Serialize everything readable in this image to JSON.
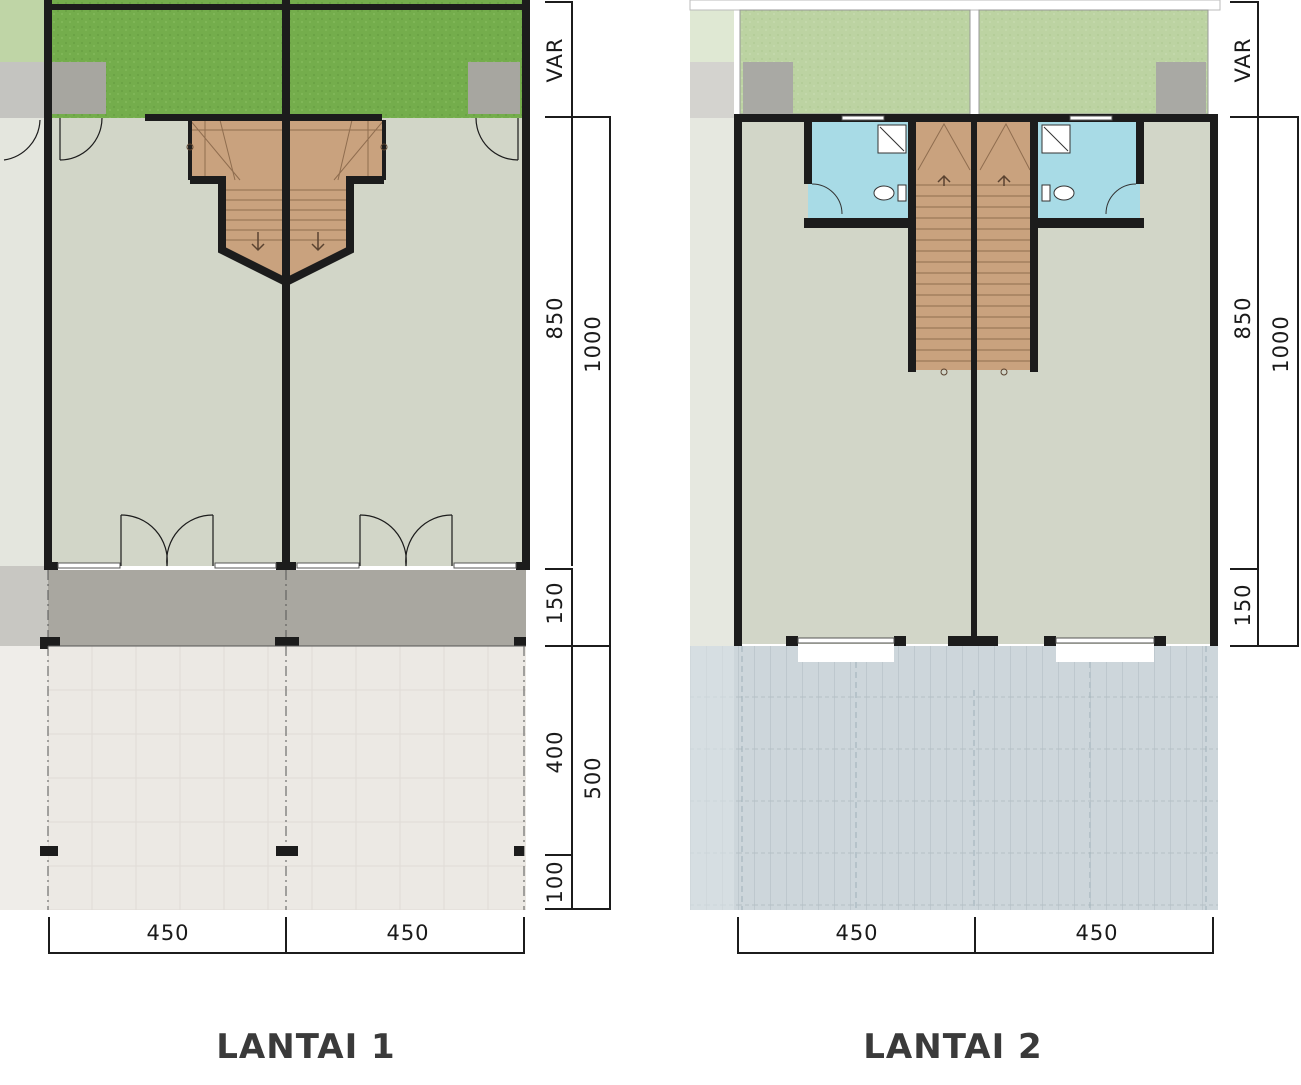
{
  "floors": [
    {
      "title": "LANTAI 1",
      "dimensions_vertical": {
        "var": "VAR",
        "interior": "850",
        "unit_depth": "1000",
        "terrace": "150",
        "front_yard": "400",
        "front_total": "500",
        "setback": "100"
      },
      "dimensions_horizontal": [
        "450",
        "450"
      ]
    },
    {
      "title": "LANTAI 2",
      "dimensions_vertical": {
        "var": "VAR",
        "interior": "850",
        "unit_depth": "1000",
        "terrace": "150"
      },
      "dimensions_horizontal": [
        "450",
        "450"
      ]
    }
  ],
  "colors": {
    "wall": "#1c1c1c",
    "floor": "#d2d6c8",
    "garden": "#6faa48",
    "stair": "#c9a27e",
    "bathroom": "#a8dbe6",
    "terrace": "#a9a7a0",
    "yard_tile": "#ece9e4",
    "balcony_grid": "#c8d2d8"
  }
}
